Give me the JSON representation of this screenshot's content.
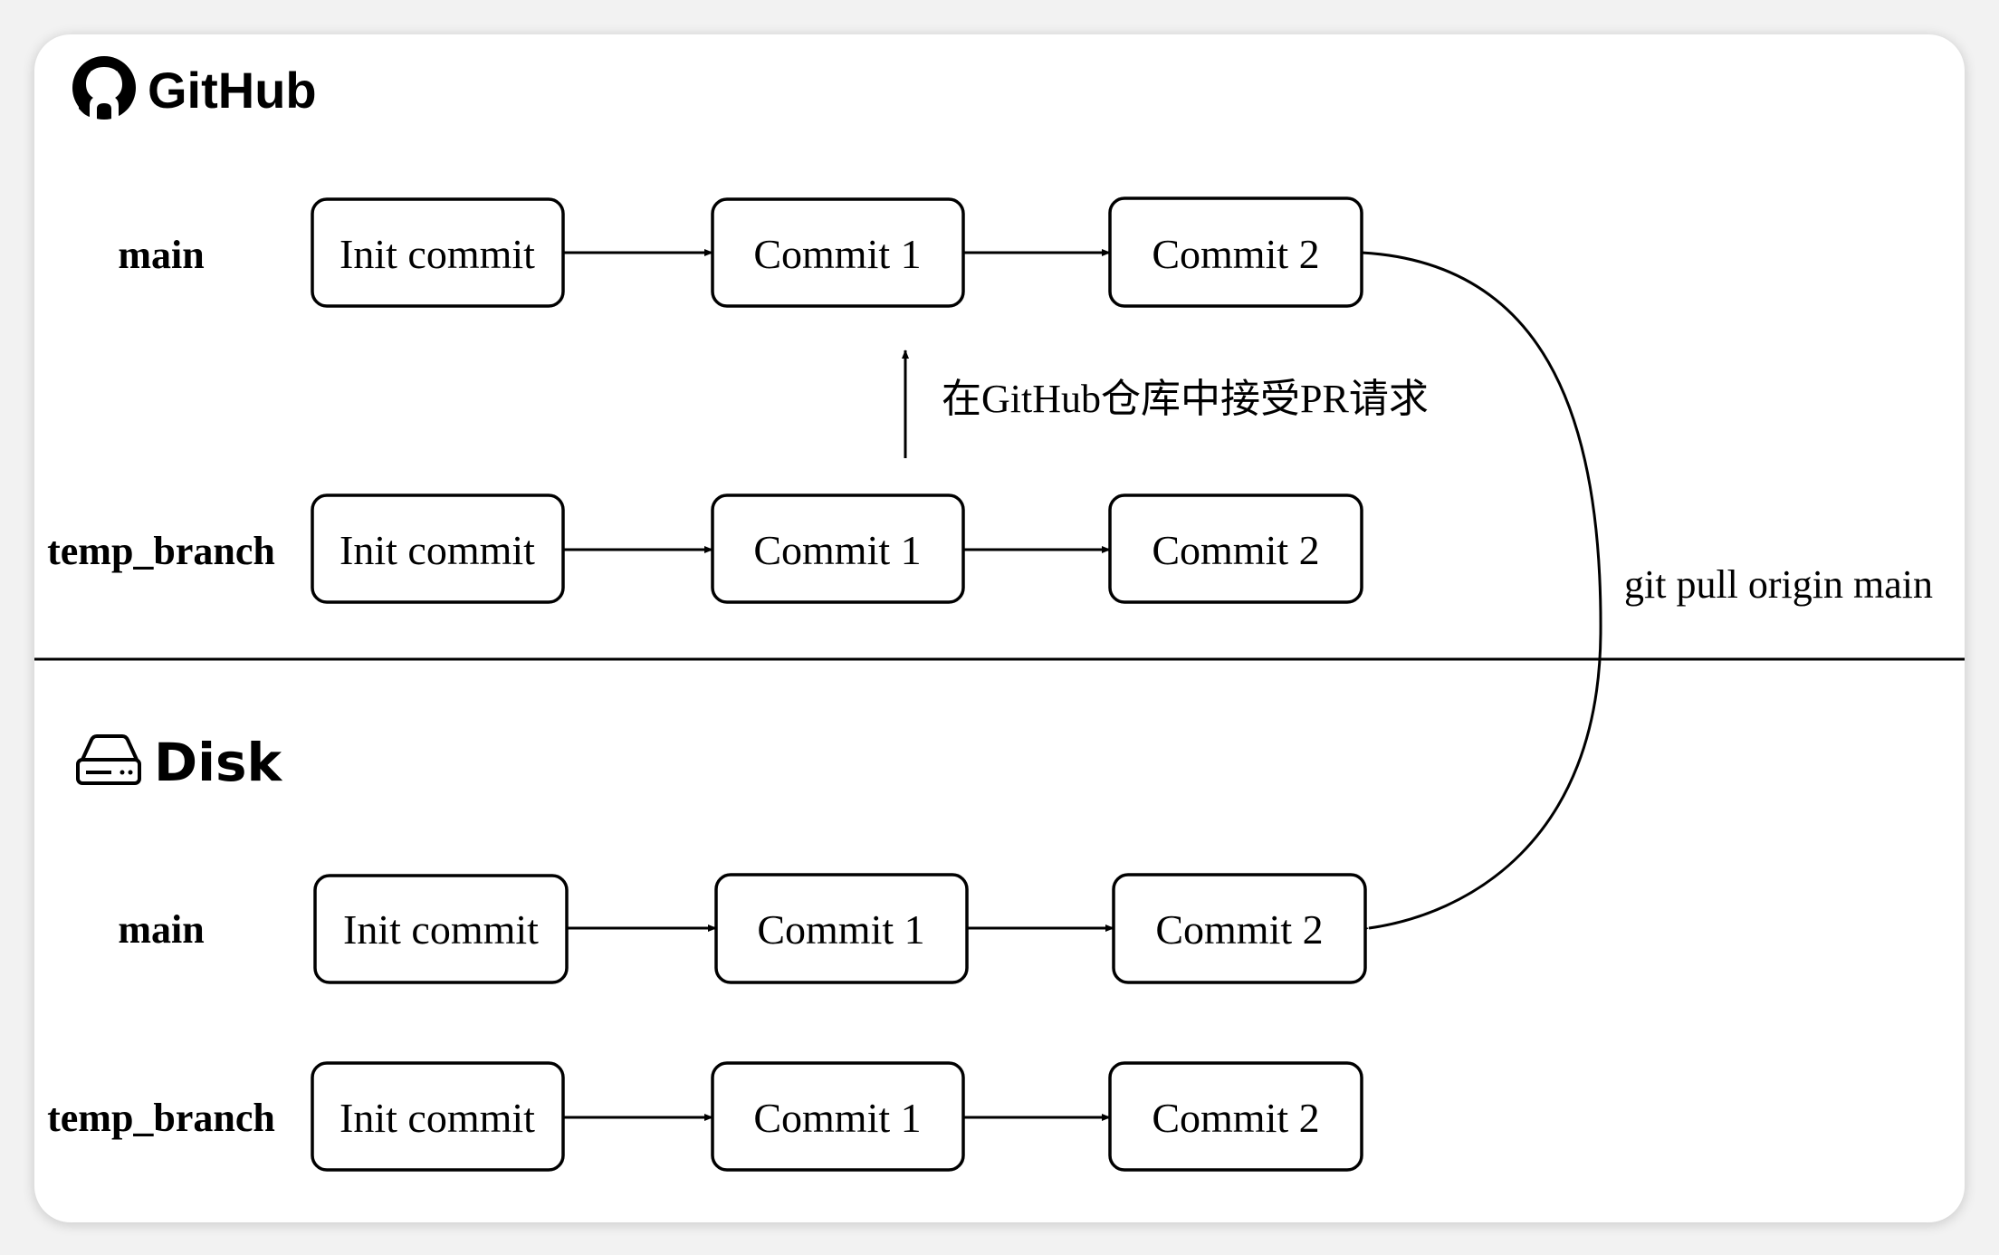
{
  "github": {
    "logo_text": "GitHub",
    "logo_icon": "github-octocat-icon",
    "rows": [
      {
        "branch": "main",
        "commits": [
          "Init commit",
          "Commit 1",
          "Commit 2"
        ]
      },
      {
        "branch": "temp_branch",
        "commits": [
          "Init commit",
          "Commit 1",
          "Commit 2"
        ]
      }
    ],
    "merge_note": "在GitHub仓库中接受PR请求"
  },
  "disk": {
    "title": "Disk",
    "icon": "hard-drive-icon",
    "rows": [
      {
        "branch": "main",
        "commits": [
          "Init commit",
          "Commit 1",
          "Commit 2"
        ]
      },
      {
        "branch": "temp_branch",
        "commits": [
          "Init commit",
          "Commit 1",
          "Commit 2"
        ]
      }
    ]
  },
  "pull_note": "git pull origin main"
}
